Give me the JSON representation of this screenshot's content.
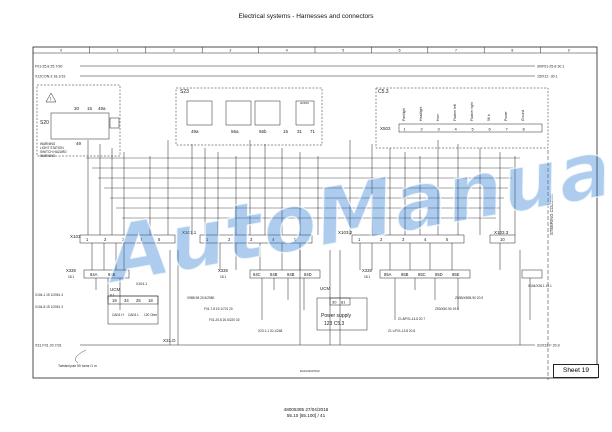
{
  "header": {
    "title": "Electrical systems - Harnesses and connectors"
  },
  "footer": {
    "doc_ref": "48005385 27/04/2016",
    "page_ref": "55.10 [55.100] / 41"
  },
  "sheet": {
    "label": "Sheet 19"
  },
  "watermark": {
    "text": "AutoManual"
  },
  "drawing_ref": "RA0-DS007013",
  "grid_columns": [
    "0",
    "1",
    "2",
    "3",
    "4",
    "5",
    "6",
    "7",
    "8",
    "9"
  ],
  "signals": {
    "top_left_1": "F01-25.8 25.7/30",
    "top_left_2": "X12CON.3 18.1/19",
    "top_right_1": "30/F01-25.8 30.1",
    "top_right_2": "15/X12- 30.1",
    "bottom_left": "X31.F01 20.7/31",
    "bottom_right": "31/X31.F 20.9",
    "twisted_pair": "Twisted pair 90 turns /1 m"
  },
  "components": {
    "s20": {
      "id": "S20",
      "desc": "WARNING LIGHT STATION SWITCH HAZARD WARNING",
      "pins": [
        "30",
        "15",
        "49",
        "49a"
      ]
    },
    "s23": {
      "id": "S23",
      "pins": [
        "49a",
        "56a",
        "56b",
        "15",
        "31",
        "71"
      ],
      "note": "HORN"
    },
    "c5": {
      "id": "C5.3",
      "connector": "X503",
      "functions": [
        "Parklight",
        "Headlight",
        "Horn",
        "Flasher left",
        "Flasher right",
        "56 b",
        "Power",
        "Ground"
      ]
    },
    "steering": {
      "label": "STEERING COLUMN"
    },
    "x103_1": {
      "id": "X103.1",
      "pins": [
        "1",
        "2",
        "3",
        "4",
        "5"
      ]
    },
    "x103_2": {
      "id": "X103.2",
      "pins": [
        "1",
        "2",
        "3",
        "4",
        "5"
      ]
    },
    "x103_3": {
      "id": "X103.3",
      "pins": [
        "10"
      ]
    },
    "x103_0": {
      "id": "X103",
      "pins": [
        "1",
        "2",
        "3",
        "4",
        "5"
      ]
    },
    "x338_a": {
      "id": "X338",
      "sub": "18.1",
      "pins": [
        "84A",
        "84B"
      ]
    },
    "x338_b": {
      "id": "X338",
      "sub": "18.1",
      "pins": [
        "84C",
        "84B",
        "84B",
        "84D"
      ]
    },
    "x338_c": {
      "id": "X338",
      "sub": "18.1",
      "pins": [
        "85A",
        "85B",
        "85C",
        "85D",
        "85E"
      ]
    },
    "ucm_a": {
      "id": "UCM",
      "sub": "5.1",
      "pins": [
        "19",
        "34",
        "25",
        "18"
      ],
      "labels": [
        "CAN1 H",
        "CAN1 L",
        "120 Ohm"
      ],
      "extra": "X104.1"
    },
    "ucm_b": {
      "id": "UCM",
      "sub": "5.1",
      "pins": [
        "30",
        "81"
      ]
    },
    "power": {
      "line1": "Power supply",
      "line2": "123 C5.3"
    },
    "x31": {
      "id": "X31.D"
    },
    "x104": {
      "id": "X104.3"
    }
  },
  "refs": {
    "r1": "X104-1 15 1/2061 4",
    "r2": "X104-8 15 1/2061 3",
    "r3": "X98B.98 20.5/2980",
    "r4": "F01-7.8 19.1/721 20",
    "r5": "F01-20.8 20.5/220 30",
    "r6": "X23.1.1 20.1/248",
    "r7": "Z1 L/F01-13.8 20.8",
    "r8": "Z1.8/F01-14.8 20.7",
    "r9": "Z50/X50-90 19.9",
    "r10": "Z50B/X50B-90 20.5",
    "r11": "X104/X28.1 10.1"
  }
}
